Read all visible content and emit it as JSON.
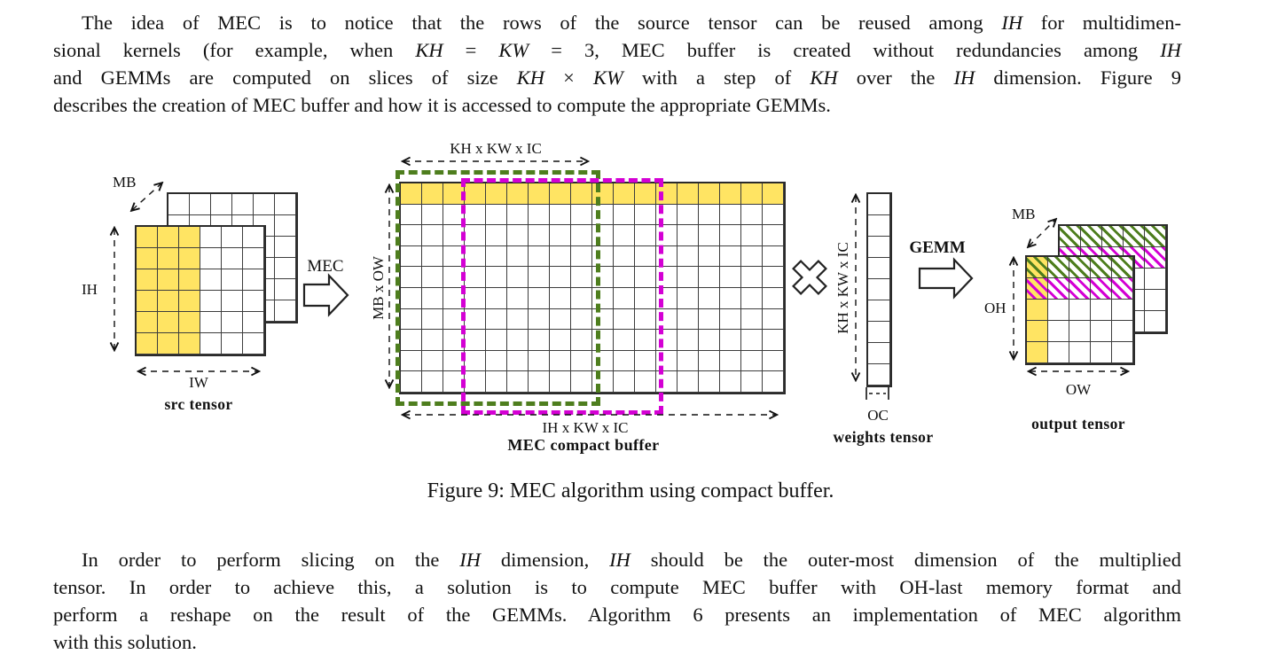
{
  "colors": {
    "yellow": "#FFE463",
    "green": "#4E7E1E",
    "magenta": "#D400D4"
  },
  "para1": {
    "lines": [
      "The idea of MEC is to notice that the rows of the source tensor can be reused among $IH$ for multidimen-",
      "sional kernels (for example, when $KH$ = $KW$ = 3, MEC buffer is created without redundancies among $IH$",
      "and GEMMs are computed on slices of size $KH$ × $KW$ with a step of $KH$ over the $IH$ dimension. Figure 9",
      "describes the creation of MEC buffer and how it is accessed to compute the appropriate GEMMs."
    ]
  },
  "caption": "Figure 9: MEC algorithm using compact buffer.",
  "para2": {
    "lines": [
      "In order to perform slicing on the $IH$ dimension, $IH$ should be the outer-most dimension of the multiplied",
      "tensor.  In order to achieve this, a solution is to compute MEC buffer with OH-last memory format and",
      "perform a reshape on the result of the GEMMs. Algorithm 6 presents an implementation of MEC algorithm",
      "with this solution."
    ]
  },
  "figure": {
    "src": {
      "mb": "MB",
      "ih": "IH",
      "iw": "IW",
      "caption": "src tensor"
    },
    "mec": {
      "label": "MEC"
    },
    "buffer": {
      "top": "KH x KW x IC",
      "left": "MB x OW",
      "bottom": "IH x KW x IC",
      "caption": "MEC compact buffer"
    },
    "weights": {
      "left": "KH x KW x IC",
      "oc": "OC",
      "caption": "weights tensor"
    },
    "gemm": {
      "label": "GEMM"
    },
    "output": {
      "mb": "MB",
      "oh": "OH",
      "ow": "OW",
      "caption": "output tensor"
    }
  },
  "grids": {
    "src_back": {
      "cols": 6,
      "cellw": 24,
      "cellh": 24,
      "rows": [
        "......",
        "......",
        "......",
        "......",
        "......",
        "......"
      ]
    },
    "src_front": {
      "cols": 6,
      "cellw": 24,
      "cellh": 24,
      "rows": [
        "yyy...",
        "yyy...",
        "yyy...",
        "yyy...",
        "yyy...",
        "yyy..."
      ]
    },
    "buffer": {
      "cols": 18,
      "cellw": 24,
      "cellh": 23.6,
      "rows": [
        "yyyyyyyyyyyyyyyyyy",
        "..................",
        "..................",
        "..................",
        "..................",
        "..................",
        "..................",
        "..................",
        "..................",
        ".................."
      ]
    },
    "weights": {
      "cols": 1,
      "cellw": 25,
      "cellh": 24,
      "rows": [
        ".",
        ".",
        ".",
        ".",
        ".",
        ".",
        ".",
        ".",
        "."
      ]
    },
    "out_back": {
      "cols": 5,
      "cellw": 24,
      "cellh": 24,
      "rows": [
        "ggggg",
        "mmmmm",
        ".....",
        ".....",
        "....."
      ]
    },
    "out_front": {
      "cols": 5,
      "cellw": 24,
      "cellh": 24,
      "rows": [
        "Ggggg",
        "Mmmmm",
        "y....",
        "y....",
        "y...."
      ]
    }
  }
}
